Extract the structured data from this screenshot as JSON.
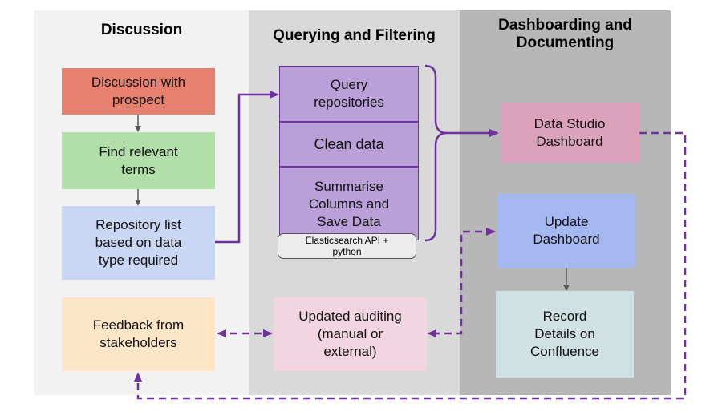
{
  "lanes": {
    "discussion": "Discussion",
    "querying": "Querying and Filtering",
    "dashboarding": "Dashboarding and\nDocumenting"
  },
  "nodes": {
    "discussion_prospect": "Discussion with\nprospect",
    "find_terms": "Find relevant\nterms",
    "repo_list": "Repository list\nbased on data\ntype required",
    "feedback": "Feedback from\nstakeholders",
    "query_repos": "Query\nrepositories",
    "clean_data": "Clean data",
    "summarise": "Summarise\nColumns and\nSave Data",
    "tool_label": "Elasticsearch API +\npython",
    "updated_auditing": "Updated auditing\n(manual or\nexternal)",
    "data_studio": "Data Studio\nDashboard",
    "update_dashboard": "Update\nDashboard",
    "record_details": "Record\nDetails on\nConfluence"
  },
  "colors": {
    "lane_discussion": "#f2f2f2",
    "lane_querying": "#d9d9d9",
    "lane_dashboarding": "#b7b7b7",
    "salmon": "#e6816f",
    "green": "#b2deaa",
    "light_blue": "#c9d7f5",
    "peach": "#fde5c8",
    "lavender": "#b9a0d8",
    "pink_light": "#f2d5e1",
    "pink": "#dca2bc",
    "periwinkle": "#a6b8f2",
    "pale_teal": "#d0e1e3",
    "purple": "#7030a0",
    "gray_arrow": "#595959"
  }
}
